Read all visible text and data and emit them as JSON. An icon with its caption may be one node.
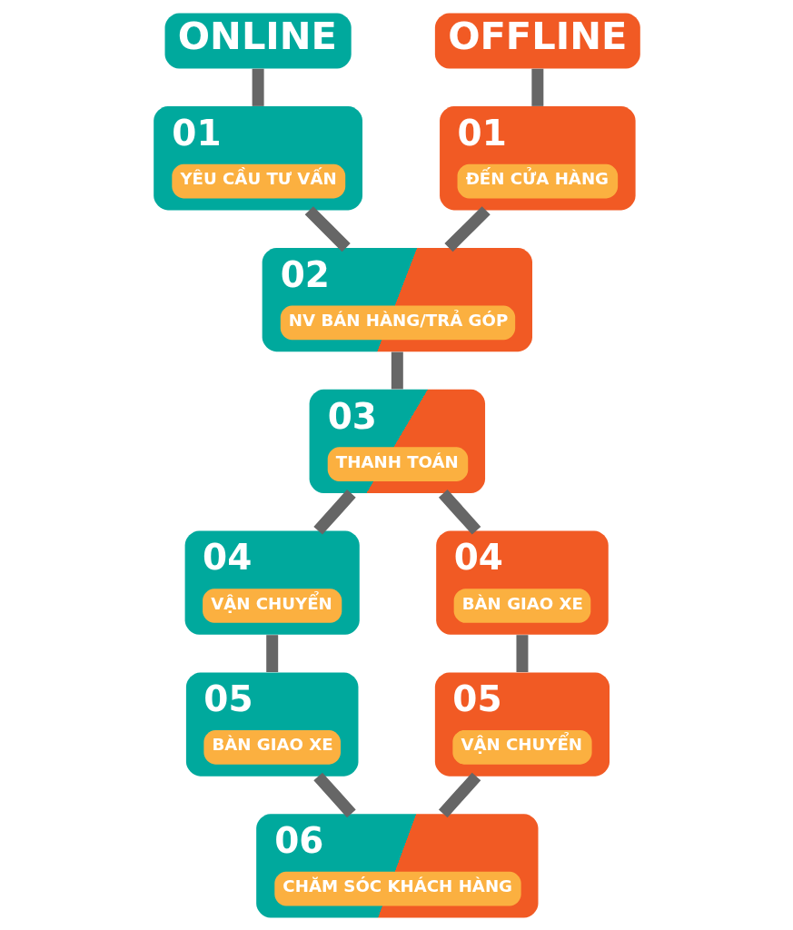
{
  "diagram": {
    "nodes": [
      {
        "text": [
          "ONLINE"
        ]
      },
      {
        "text": [
          "OFFLINE"
        ]
      },
      {
        "text": [
          "01",
          "YÊU CẦU TƯ VẤN"
        ]
      },
      {
        "text": [
          "01",
          "ĐẾN CỬA HÀNG"
        ]
      },
      {
        "text": [
          "02",
          "NV BÁN HÀNG/TRẢ GÓP"
        ]
      },
      {
        "text": [
          "03",
          "THANH TOÁN"
        ]
      },
      {
        "text": [
          "04",
          "VẬN CHUYỂN"
        ]
      },
      {
        "text": [
          "04",
          "BÀN GIAO XE"
        ]
      },
      {
        "text": [
          "05",
          "BÀN GIAO XE"
        ]
      },
      {
        "text": [
          "05",
          "VẬN CHUYỂN"
        ]
      },
      {
        "text": [
          "06",
          "CHĂM SÓC KHÁCH HÀNG"
        ]
      }
    ],
    "edges": [
      {
        "from": 0,
        "to": 2,
        "arrow": "none"
      },
      {
        "from": 1,
        "to": 3,
        "arrow": "none"
      },
      {
        "from": 2,
        "to": 4,
        "arrow": "none"
      },
      {
        "from": 3,
        "to": 4,
        "arrow": "none"
      },
      {
        "from": 4,
        "to": 5,
        "arrow": "none"
      },
      {
        "from": 5,
        "to": 6,
        "arrow": "none"
      },
      {
        "from": 5,
        "to": 7,
        "arrow": "none"
      },
      {
        "from": 6,
        "to": 8,
        "arrow": "none"
      },
      {
        "from": 7,
        "to": 9,
        "arrow": "none"
      },
      {
        "from": 8,
        "to": 10,
        "arrow": "none"
      },
      {
        "from": 9,
        "to": 10,
        "arrow": "none"
      }
    ]
  }
}
